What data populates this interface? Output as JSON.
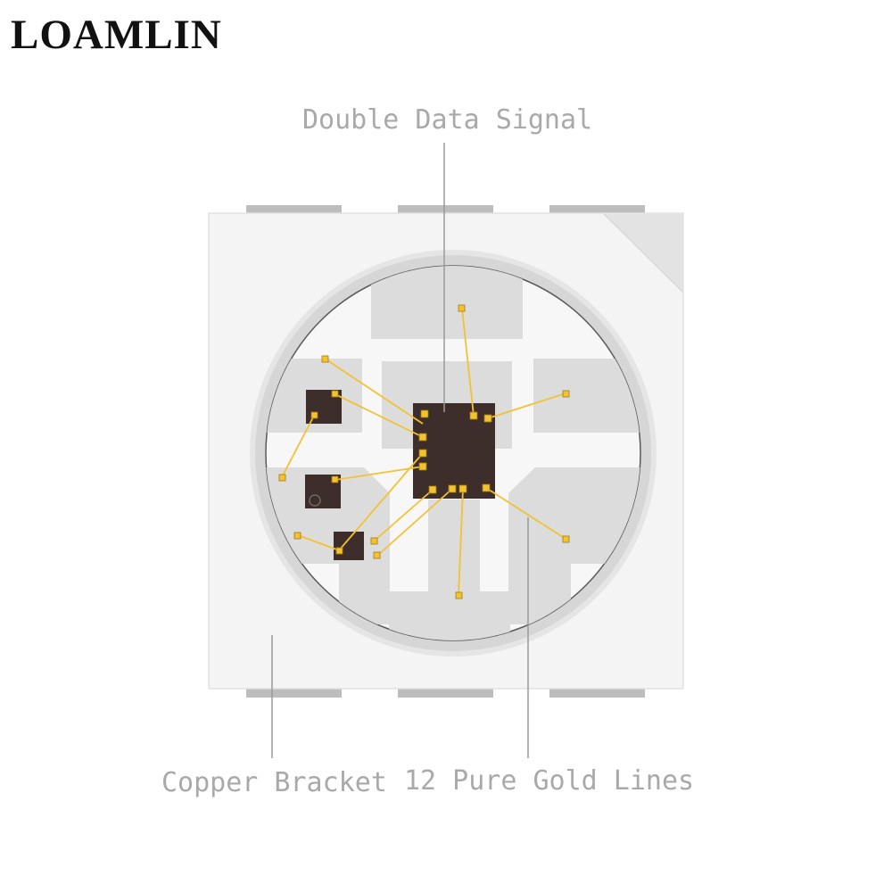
{
  "brand": "LOAMLIN",
  "labels": {
    "double_data_signal": "Double Data Signal",
    "copper_bracket": "Copper Bracket",
    "gold_lines": "12 Pure Gold Lines"
  },
  "colors": {
    "package": "#f4f4f4",
    "lens_ring": "#d8d8d8",
    "pad": "#dcdcdc",
    "chip": "#3d2d2b",
    "gold": "#f2c233",
    "leader": "#9a9a9a",
    "label": "#a9a9a9"
  }
}
